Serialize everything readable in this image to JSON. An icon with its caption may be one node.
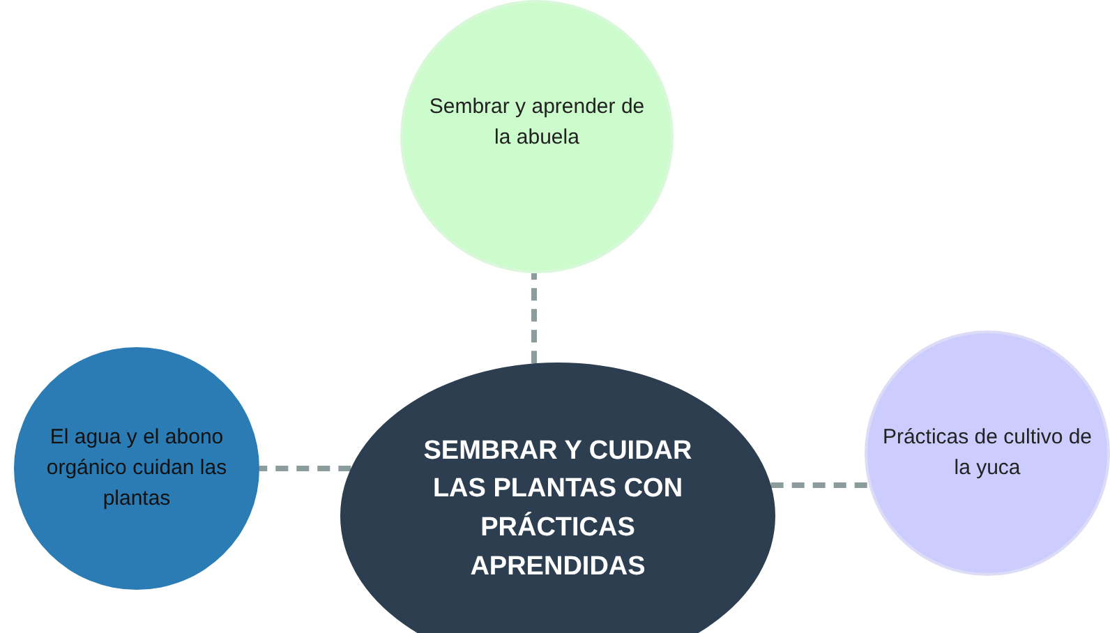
{
  "diagram": {
    "nodes": [
      {
        "text": [
          "Sembrar y aprender de la abuela"
        ]
      },
      {
        "text": [
          "El agua y el abono orgánico cuidan las plantas"
        ]
      },
      {
        "text": [
          "SEMBRAR Y CUIDAR LAS PLANTAS CON PRÁCTICAS APRENDIDAS"
        ]
      },
      {
        "text": [
          "Prácticas de cultivo de la yuca"
        ]
      }
    ],
    "edges": [
      {
        "from": 2,
        "to": 0,
        "arrow": "none",
        "style": "dashed"
      },
      {
        "from": 2,
        "to": 1,
        "arrow": "none",
        "style": "dashed"
      },
      {
        "from": 2,
        "to": 3,
        "arrow": "none",
        "style": "dashed"
      }
    ]
  }
}
